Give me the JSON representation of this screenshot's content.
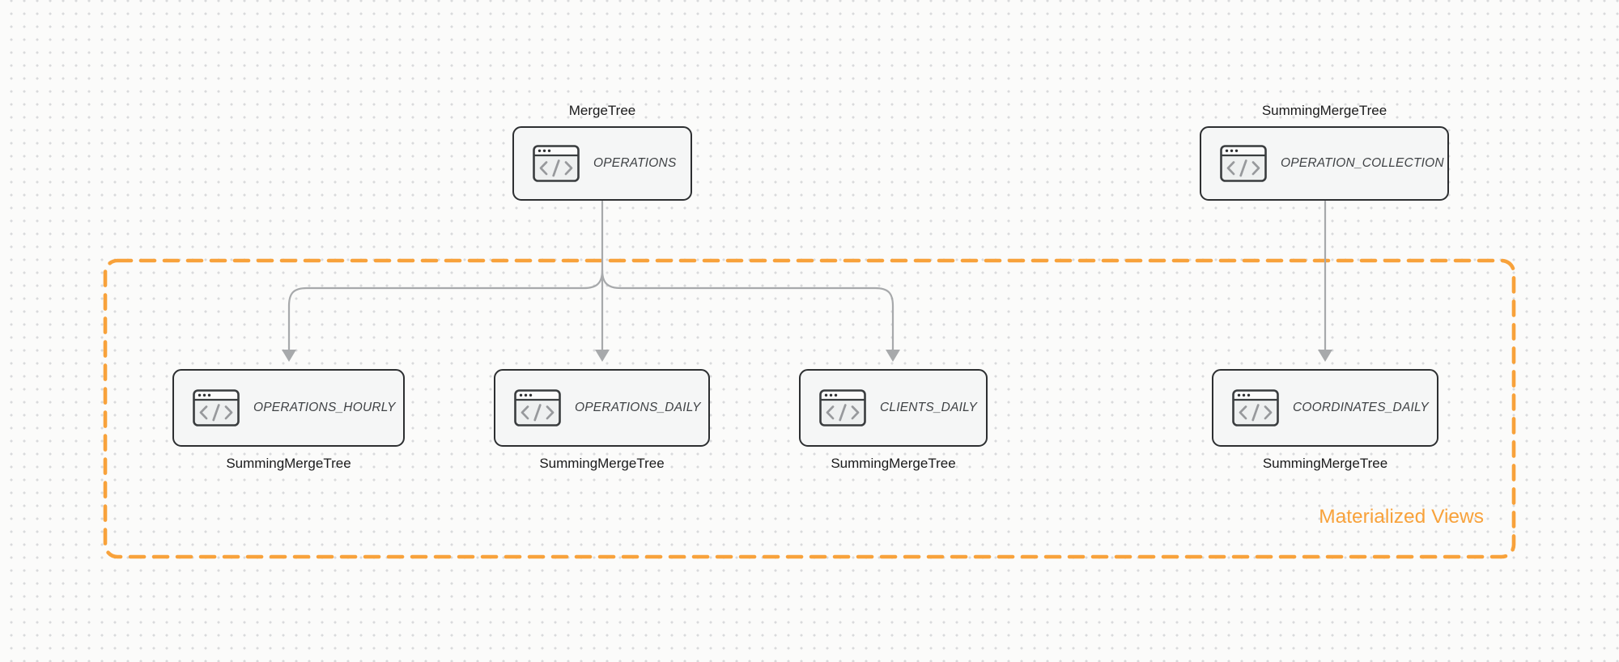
{
  "diagram": {
    "nodes": [
      {
        "id": "operations",
        "label": "OPERATIONS",
        "engine": "MergeTree"
      },
      {
        "id": "operation-collection",
        "label": "OPERATION_COLLECTION",
        "engine": "SummingMergeTree"
      },
      {
        "id": "operations-hourly",
        "label": "OPERATIONS_HOURLY",
        "engine": "SummingMergeTree"
      },
      {
        "id": "operations-daily",
        "label": "OPERATIONS_DAILY",
        "engine": "SummingMergeTree"
      },
      {
        "id": "clients-daily",
        "label": "CLIENTS_DAILY",
        "engine": "SummingMergeTree"
      },
      {
        "id": "coordinates-daily",
        "label": "COORDINATES_DAILY",
        "engine": "SummingMergeTree"
      }
    ],
    "group": {
      "label": "Materialized Views"
    },
    "colors": {
      "accent_orange": "#f8a23b",
      "arrow_gray": "#a7a9ab",
      "box_border": "#2d2f31",
      "box_fill": "#f5f6f6",
      "dot_grid": "#d9dadc"
    },
    "icons": {
      "node_icon": "code-window-icon"
    }
  }
}
